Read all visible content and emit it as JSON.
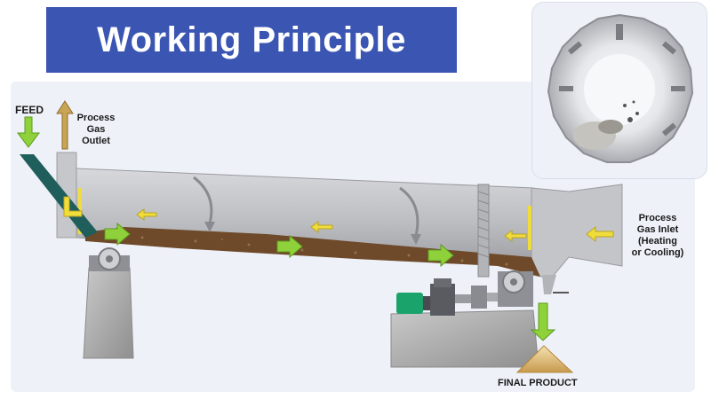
{
  "title": "Working Principle",
  "labels": {
    "feed": "FEED",
    "process_gas_outlet": "Process\nGas\nOutlet",
    "process_gas_inlet": "Process\nGas Inlet\n(Heating\nor Cooling)",
    "final_product": "FINAL PRODUCT"
  },
  "colors": {
    "title_bg": "#3a55b2",
    "title_text": "#ffffff",
    "panel_bg": "#eef2f8",
    "drum": "#b9b9bd",
    "material": "#6e4a2a",
    "gas_arrow": "#f0dc3a",
    "material_arrow": "#8fd13a",
    "feed_chute": "#1f5e5a",
    "motor": "#1aa36a",
    "outlet_arrow": "#c9a455",
    "pedestal": "#a9a9a9"
  }
}
